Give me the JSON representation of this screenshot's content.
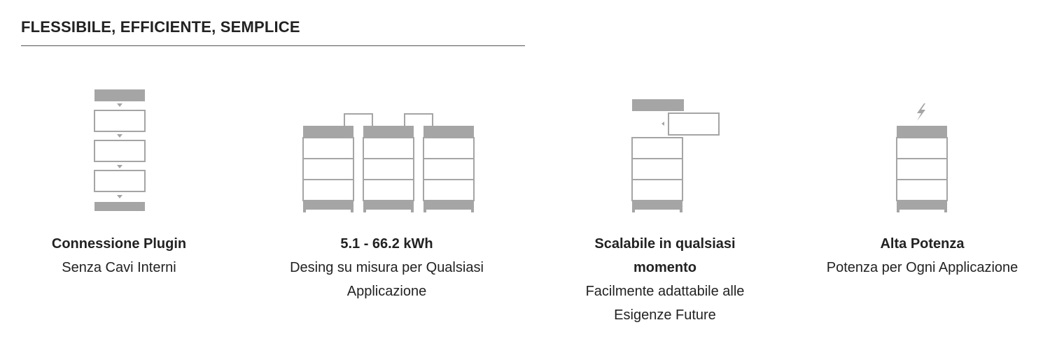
{
  "header": {
    "title": "FLESSIBILE, EFFICIENTE, SEMPLICE"
  },
  "features": [
    {
      "title": "Connessione Plugin",
      "desc": "Senza Cavi Interni",
      "icon": "plugin-stack-icon"
    },
    {
      "title": "5.1 - 66.2 kWh",
      "desc": "Desing su misura per Qualsiasi Applicazione",
      "icon": "battery-towers-icon"
    },
    {
      "title": "Scalabile in qualsiasi momento",
      "desc": "Facilmente adattabile alle Esigenze Future",
      "icon": "scalable-module-icon"
    },
    {
      "title": "Alta Potenza",
      "desc": "Potenza per Ogni Applicazione",
      "icon": "high-power-battery-icon"
    }
  ],
  "colors": {
    "icon": "#a5a5a5",
    "text": "#222222",
    "divider": "#555555"
  }
}
